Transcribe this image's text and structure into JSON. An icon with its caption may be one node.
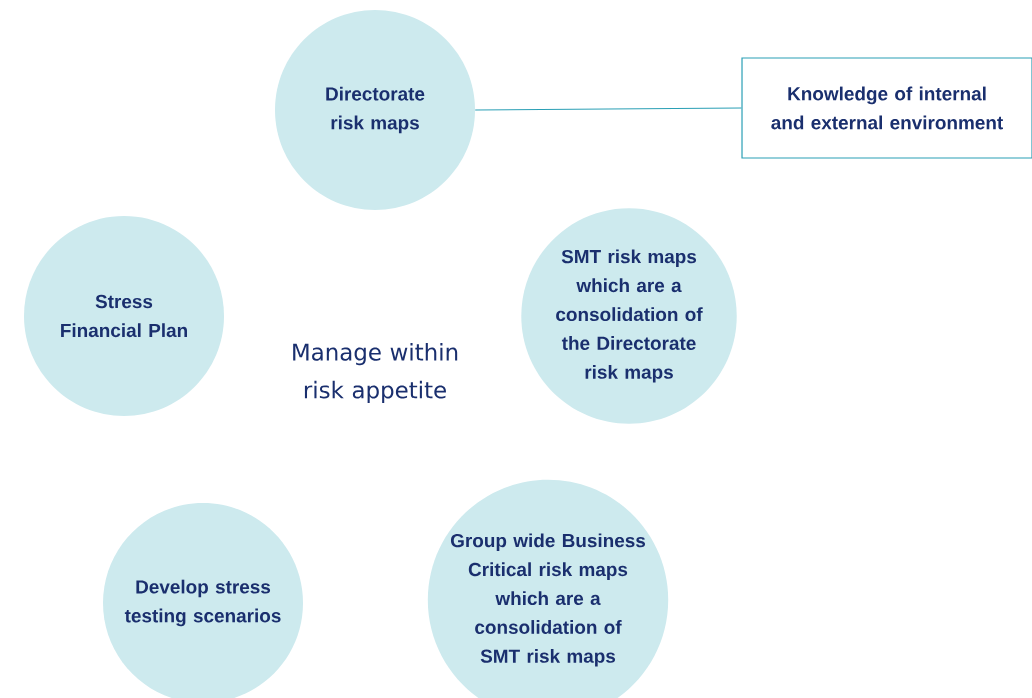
{
  "diagram": {
    "nodes": [
      {
        "text": [
          "Directorate risk maps"
        ]
      },
      {
        "text": [
          "Knowledge of internal and external environment"
        ]
      },
      {
        "text": [
          "Stress Financial Plan"
        ]
      },
      {
        "text": [
          "SMT risk maps which are a consolidation of the Directorate risk maps"
        ]
      },
      {
        "text": [
          "Develop stress testing scenarios"
        ]
      },
      {
        "text": [
          "Group wide Business Critical risk maps which are a consolidation of SMT risk maps"
        ]
      }
    ],
    "edges": [
      {
        "from": 0,
        "to": 1,
        "arrow": "none"
      }
    ],
    "labels": [
      "Manage within risk appetite"
    ]
  }
}
